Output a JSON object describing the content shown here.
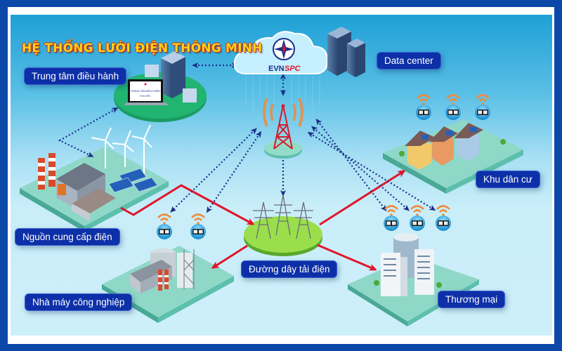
{
  "title": "HỆ THỐNG LƯỚI ĐIỆN THÔNG MINH",
  "logo": {
    "text_evn": "EVN",
    "text_spc": "SPC"
  },
  "laptop_screen": {
    "line1": "TRUNG TÂM ĐIỀU KHIỂN",
    "line2": "EVN SPC"
  },
  "labels": {
    "control_center": "Trung tâm điều hành",
    "data_center": "Data center",
    "residential": "Khu dân cư",
    "power_supply": "Nguồn cung cấp điện",
    "transmission": "Đường dây tải điện",
    "industrial": "Nhà máy công nghiệp",
    "commercial": "Thương mại"
  },
  "colors": {
    "frame_blue": "#0b48a8",
    "label_bg": "#0d2fa8",
    "power_flow_red": "#e0162b",
    "data_link_navy": "#1c2f8a",
    "platform_teal": "#7fd3c4",
    "grass_green": "#8fd84a",
    "wifi_orange": "#f08a3c"
  },
  "meters": {
    "residential_count": 3,
    "commercial_count": 3,
    "industrial_count": 2
  }
}
